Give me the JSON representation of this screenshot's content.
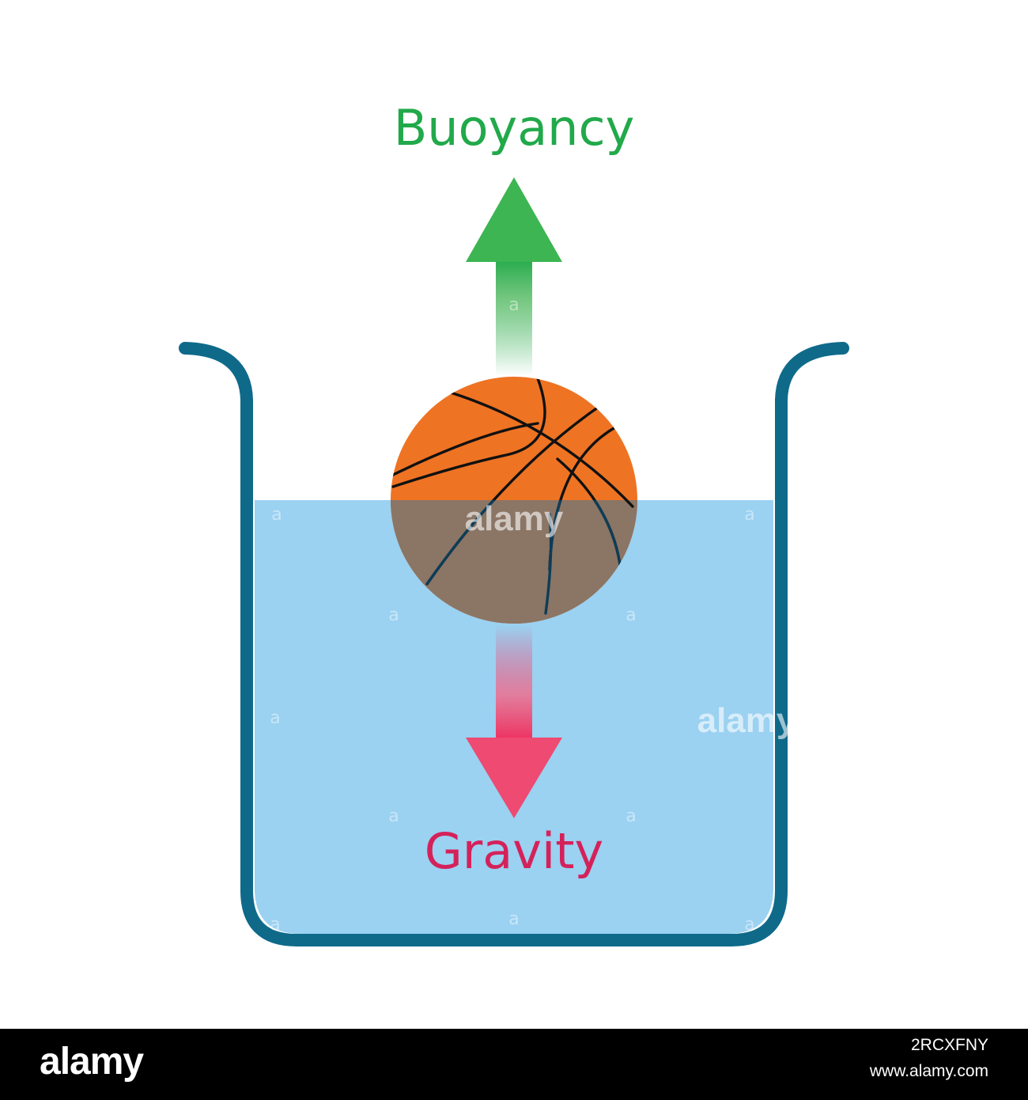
{
  "labels": {
    "buoyancy": "Buoyancy",
    "gravity": "Gravity"
  },
  "watermark": {
    "small": "a",
    "brand": "alamy"
  },
  "footer": {
    "brand": "alamy",
    "image_id": "2RCXFNY",
    "url": "www.alamy.com"
  },
  "colors": {
    "buoyancy": "#21a94a",
    "gravity": "#d5215a",
    "container": "#0f6a8a",
    "water": "#9bd1f1",
    "ball_dry": "#ee7323",
    "ball_wet": "#8b7565",
    "footer_bg": "#000000"
  },
  "icons": {
    "ball": "basketball-icon",
    "container": "beaker-container",
    "up_arrow": "arrow-up-icon",
    "down_arrow": "arrow-down-icon"
  }
}
